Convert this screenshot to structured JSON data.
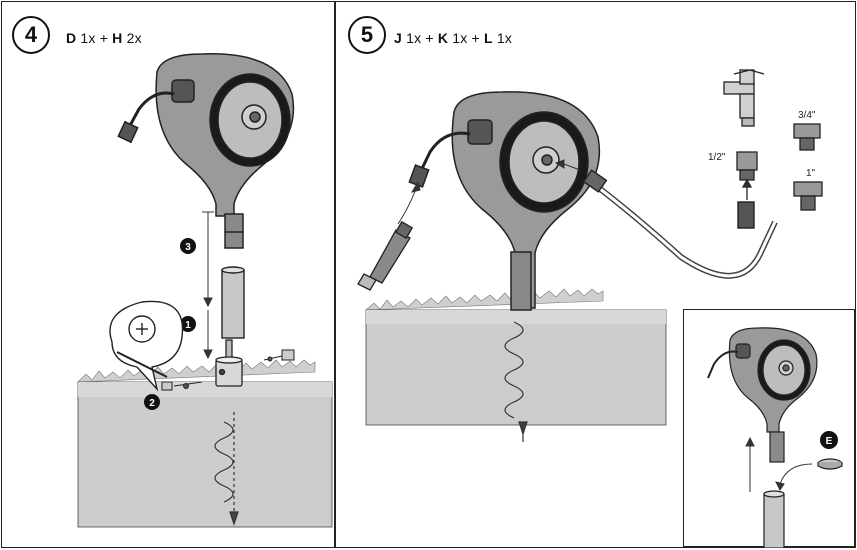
{
  "step4": {
    "number": "4",
    "parts": [
      {
        "letter": "D",
        "qty": "1x"
      },
      {
        "letter": "H",
        "qty": "2x"
      }
    ],
    "sub_steps": [
      "1",
      "2",
      "3"
    ]
  },
  "step5": {
    "number": "5",
    "parts": [
      {
        "letter": "J",
        "qty": "1x"
      },
      {
        "letter": "K",
        "qty": "1x"
      },
      {
        "letter": "L",
        "qty": "1x"
      }
    ],
    "adapter_sizes": {
      "half": "1/2\"",
      "three_quarter": "3/4\"",
      "one": "1\""
    }
  },
  "inset": {
    "part_label": "E"
  },
  "separators": {
    "plus": "+"
  },
  "colors": {
    "line": "#222222",
    "ground_fill": "#d6d6d6",
    "ground_side": "#c4c4c4",
    "badge": "#111111"
  }
}
